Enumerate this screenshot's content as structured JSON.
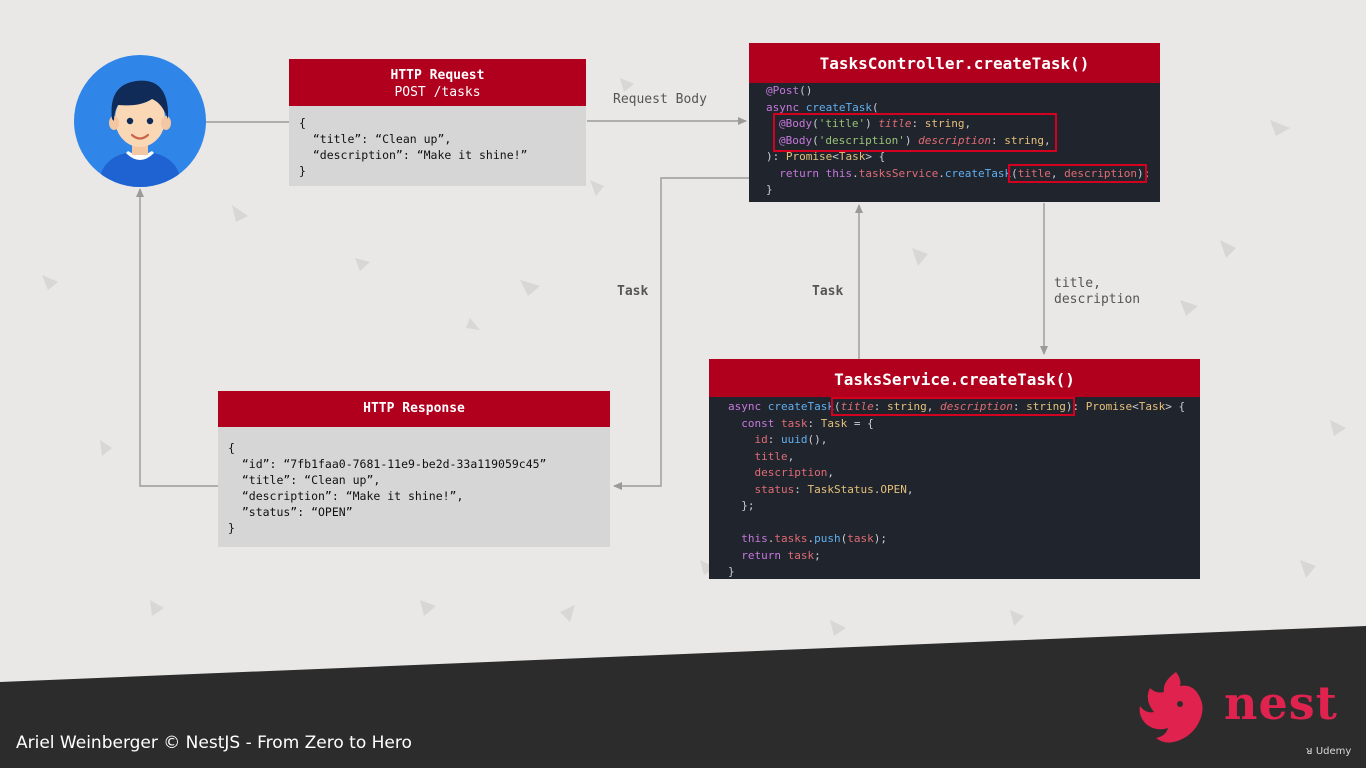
{
  "request": {
    "title": "HTTP Request",
    "subtitle": "POST /tasks",
    "body": "{\n  “title”: “Clean up”,\n  “description”: “Make it shine!”\n}"
  },
  "response": {
    "title": "HTTP Response",
    "body": "{\n  “id”: “7fb1faa0-7681-11e9-be2d-33a119059c45”\n  “title”: “Clean up”,\n  “description”: “Make it shine!”,\n  ”status”: “OPEN”\n}"
  },
  "controller": {
    "title": "TasksController.createTask()"
  },
  "service": {
    "title": "TasksService.createTask()"
  },
  "arrows": {
    "request_body": "Request Body",
    "task_left": "Task",
    "task_middle": "Task",
    "title_desc": "title,\ndescription"
  },
  "footer": {
    "credit": "Ariel Weinberger © NestJS - From Zero to Hero",
    "logo": "nest",
    "udemy": "Udemy"
  },
  "colors": {
    "accent": "#b0001e",
    "code_bg": "#20242c",
    "card_bg": "#d7d6d6",
    "footer_bg": "#2c2c2c"
  }
}
